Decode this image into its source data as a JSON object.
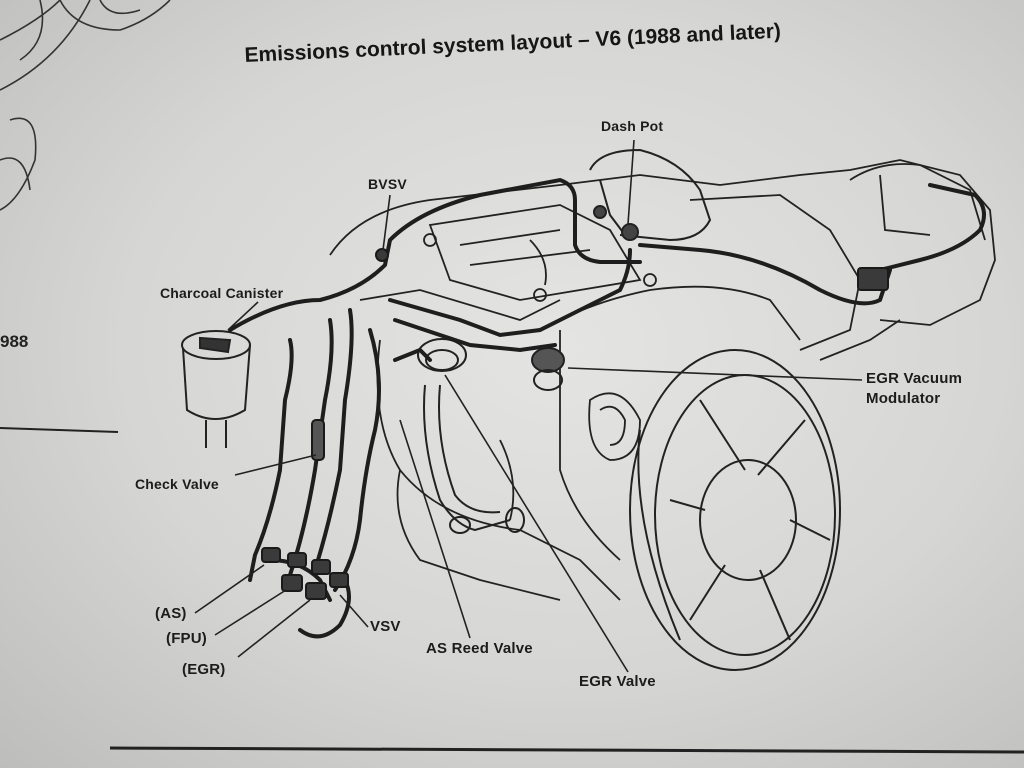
{
  "title": "Emissions control system layout – V6 (1988 and later)",
  "margin_text": "988",
  "labels": {
    "dash_pot": "Dash Pot",
    "bvsv": "BVSV",
    "charcoal_canister": "Charcoal Canister",
    "egr_vacuum_modulator_line1": "EGR Vacuum",
    "egr_vacuum_modulator_line2": "Modulator",
    "check_valve": "Check Valve",
    "as": "(AS)",
    "fpu": "(FPU)",
    "egr": "(EGR)",
    "vsv": "VSV",
    "as_reed_valve": "AS Reed Valve",
    "egr_valve": "EGR Valve"
  },
  "colors": {
    "ink": "#1c1c1c",
    "paper": "#dcdcda"
  }
}
